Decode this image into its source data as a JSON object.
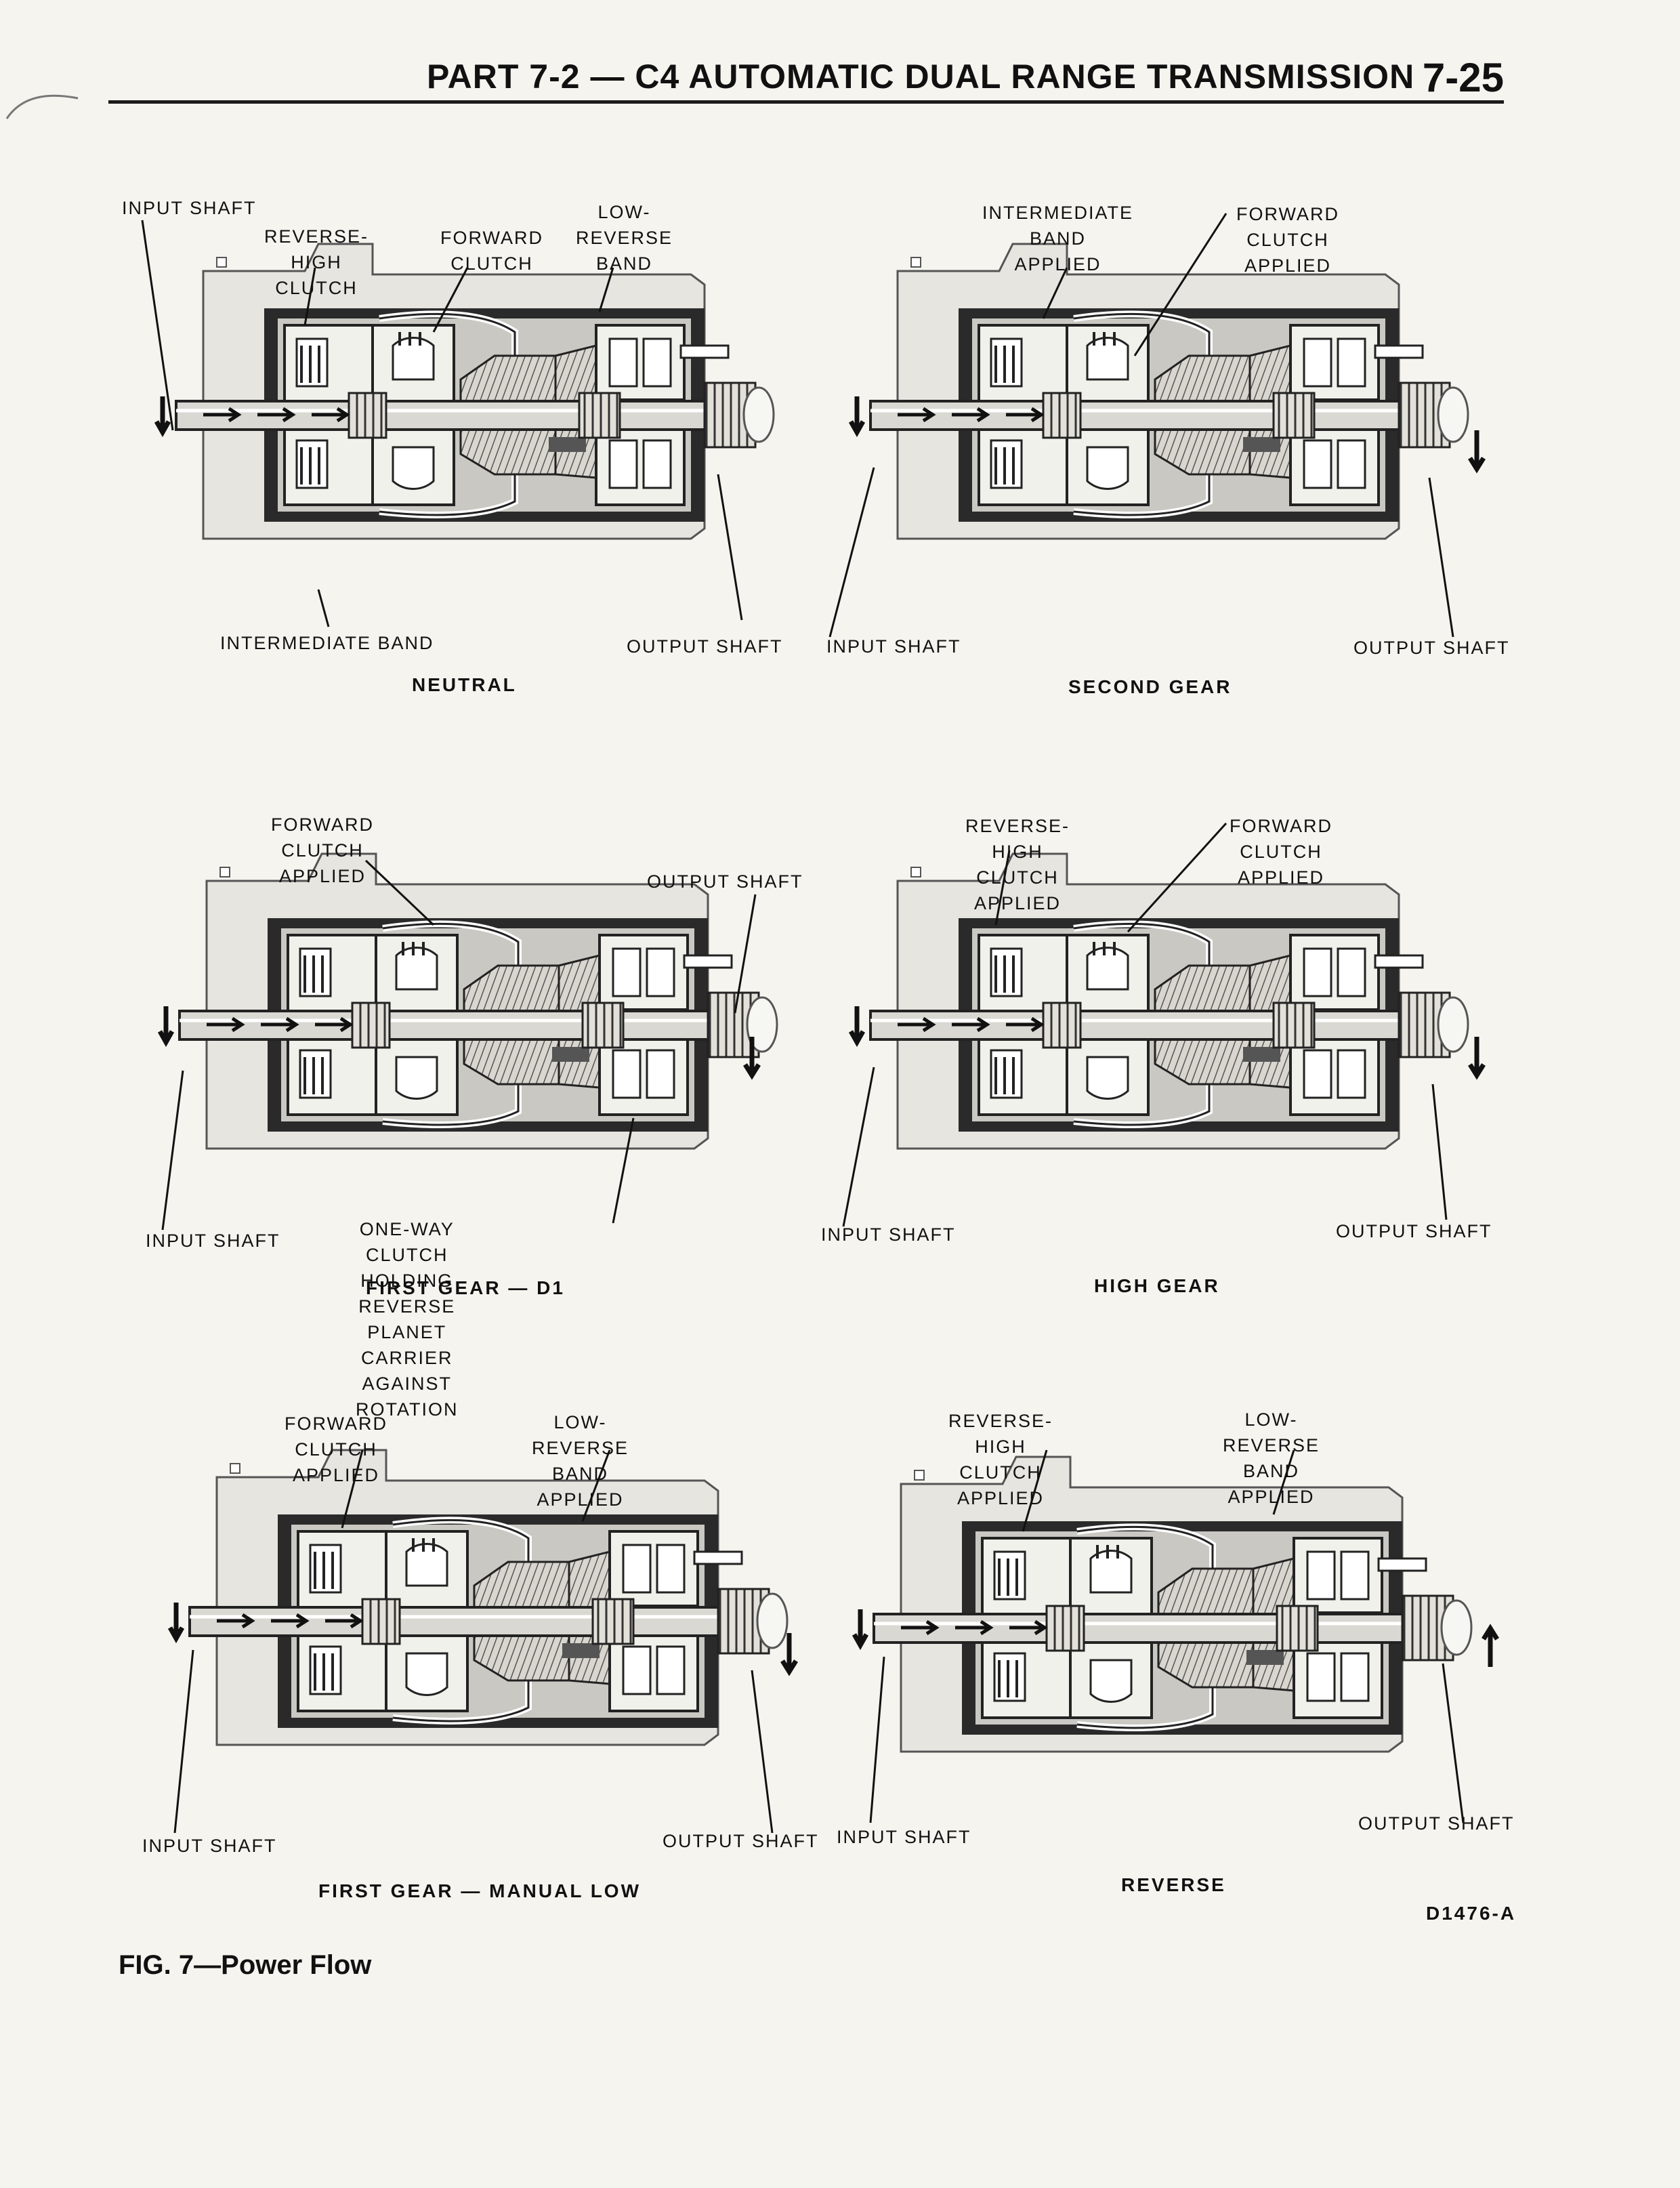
{
  "header": {
    "title": "PART 7-2 — C4 AUTOMATIC DUAL RANGE TRANSMISSION",
    "page_number": "7-25"
  },
  "panels": {
    "neutral": {
      "caption": "NEUTRAL",
      "input_shaft": "INPUT SHAFT",
      "reverse_high_clutch": "REVERSE-HIGH\nCLUTCH",
      "forward_clutch": "FORWARD\nCLUTCH",
      "low_reverse_band": "LOW-REVERSE\nBAND",
      "intermediate_band": "INTERMEDIATE BAND",
      "output_shaft": "OUTPUT SHAFT"
    },
    "second_gear": {
      "caption": "SECOND GEAR",
      "intermediate_band_applied": "INTERMEDIATE BAND\nAPPLIED",
      "forward_clutch_applied": "FORWARD CLUTCH\nAPPLIED",
      "input_shaft": "INPUT SHAFT",
      "output_shaft": "OUTPUT SHAFT"
    },
    "first_gear_d1": {
      "caption": "FIRST GEAR — D1",
      "forward_clutch_applied": "FORWARD CLUTCH\nAPPLIED",
      "output_shaft": "OUTPUT SHAFT",
      "input_shaft": "INPUT SHAFT",
      "one_way_clutch": "ONE-WAY CLUTCH HOLDING REVERSE\nPLANET CARRIER AGAINST ROTATION"
    },
    "high_gear": {
      "caption": "HIGH GEAR",
      "reverse_high_clutch_applied": "REVERSE-HIGH CLUTCH\nAPPLIED",
      "forward_clutch_applied": "FORWARD CLUTCH\nAPPLIED",
      "input_shaft": "INPUT SHAFT",
      "output_shaft": "OUTPUT SHAFT"
    },
    "first_gear_manual_low": {
      "caption": "FIRST GEAR — MANUAL LOW",
      "forward_clutch_applied": "FORWARD CLUTCH\nAPPLIED",
      "low_reverse_band_applied": "LOW-REVERSE BAND\nAPPLIED",
      "input_shaft": "INPUT SHAFT",
      "output_shaft": "OUTPUT SHAFT"
    },
    "reverse": {
      "caption": "REVERSE",
      "reverse_high_clutch_applied": "REVERSE-HIGH CLUTCH\nAPPLIED",
      "low_reverse_band_applied": "LOW-REVERSE BAND\nAPPLIED",
      "input_shaft": "INPUT SHAFT",
      "output_shaft": "OUTPUT SHAFT"
    }
  },
  "figure_ref": "D1476-A",
  "figure_caption": "FIG. 7—Power Flow"
}
